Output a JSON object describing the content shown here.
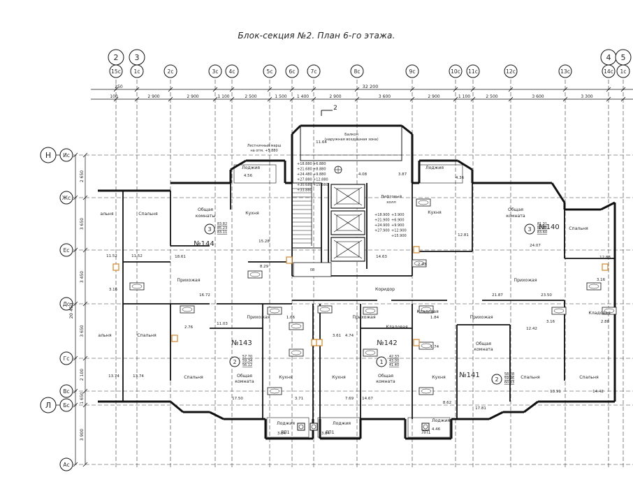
{
  "title": "Блок-секция №2. План 6-го этажа.",
  "axes_top": {
    "big": [
      "2",
      "3",
      "4",
      "5"
    ],
    "small": [
      "15с",
      "1с",
      "2с",
      "3с",
      "4с",
      "5с",
      "6с",
      "7с",
      "8с",
      "9с",
      "10с",
      "11с",
      "12с",
      "13с",
      "14с",
      "1с"
    ]
  },
  "axes_left": {
    "big": [
      "Н",
      "Л"
    ],
    "small": [
      "Ис",
      "Жс",
      "Ес",
      "Дс",
      "Гс",
      "Вс",
      "Бс",
      "Ас"
    ]
  },
  "dims_top_total": "32 200",
  "dims_top_small": [
    "250"
  ],
  "dims_top": [
    "100",
    "2 900",
    "2 900",
    "1 100",
    "2 500",
    "1 500",
    "1 400",
    "2 900",
    "3 600",
    "2 900",
    "1 100",
    "2 500",
    "3 600",
    "3 300"
  ],
  "dims_left_total": "20 450",
  "dims_left": [
    "2 650",
    "3 650",
    "3 450",
    "3 650",
    "2 100",
    "1 650",
    "3 900"
  ],
  "cut_mark": "2",
  "apartments": [
    {
      "number": "№144",
      "rooms": "3",
      "areas": [
        "83.82",
        "85.23",
        "83.11"
      ]
    },
    {
      "number": "№143",
      "rooms": "2",
      "areas": [
        "57.70",
        "59.34",
        "56.12"
      ]
    },
    {
      "number": "№142",
      "rooms": "1",
      "areas": [
        "42.33",
        "43.00",
        "41.40"
      ]
    },
    {
      "number": "№141",
      "rooms": "2",
      "areas": [
        "58.88",
        "59.96",
        "60.83"
      ]
    },
    {
      "number": "№140",
      "rooms": "3",
      "areas": [
        "81.31",
        "82.22",
        "83.60"
      ]
    }
  ],
  "room_labels": {
    "bedroom": "Спальня",
    "bedroom_cut": "альня",
    "living": "Общая комната",
    "kitchen": "Кухня",
    "hall": "Прихожая",
    "loggia": "Лоджия",
    "pantry": "Кладовая",
    "corridor": "Коридор",
    "elevator_hall": "Лифтовый холл",
    "balcony": "Балкон (наружная воздушная зона)",
    "stair_note": "Лестничный марш на отм. +5.880",
    "lift": "ЛП1"
  },
  "room_areas": [
    "11.52",
    "11.52",
    "18.61",
    "15.28",
    "16.72",
    "8.29",
    "13.74",
    "13.74",
    "11.03",
    "17.50",
    "1.66",
    "3.61",
    "4.74",
    "3.71",
    "7.69",
    "14.67",
    "1.84",
    "1.74",
    "8.62",
    "17.81",
    "3.16",
    "12.42",
    "13.91",
    "14.42",
    "12.88",
    "2.88",
    "21.87",
    "23.50",
    "24.07",
    "12.81",
    "14.63",
    "3.87",
    "4.08",
    "4.56",
    "4.36",
    "3.84",
    "3.84",
    "4.46",
    "3.16",
    "3.16",
    "2.76",
    "2.43",
    "11.64"
  ],
  "elev_left": [
    "+18.880",
    "+21.680",
    "+24.480",
    "+27.880",
    "+30.680",
    "+33.880"
  ],
  "elev_left2": [
    "+6.880",
    "+8.880",
    "+9.880",
    "+12.880",
    "+15.880"
  ],
  "elev_right": [
    "+18.900",
    "+21.900",
    "+24.900",
    "+27.900"
  ],
  "elev_right2": [
    "+3.900",
    "+6.900",
    "+9.900",
    "+12.900",
    "+15.900"
  ]
}
